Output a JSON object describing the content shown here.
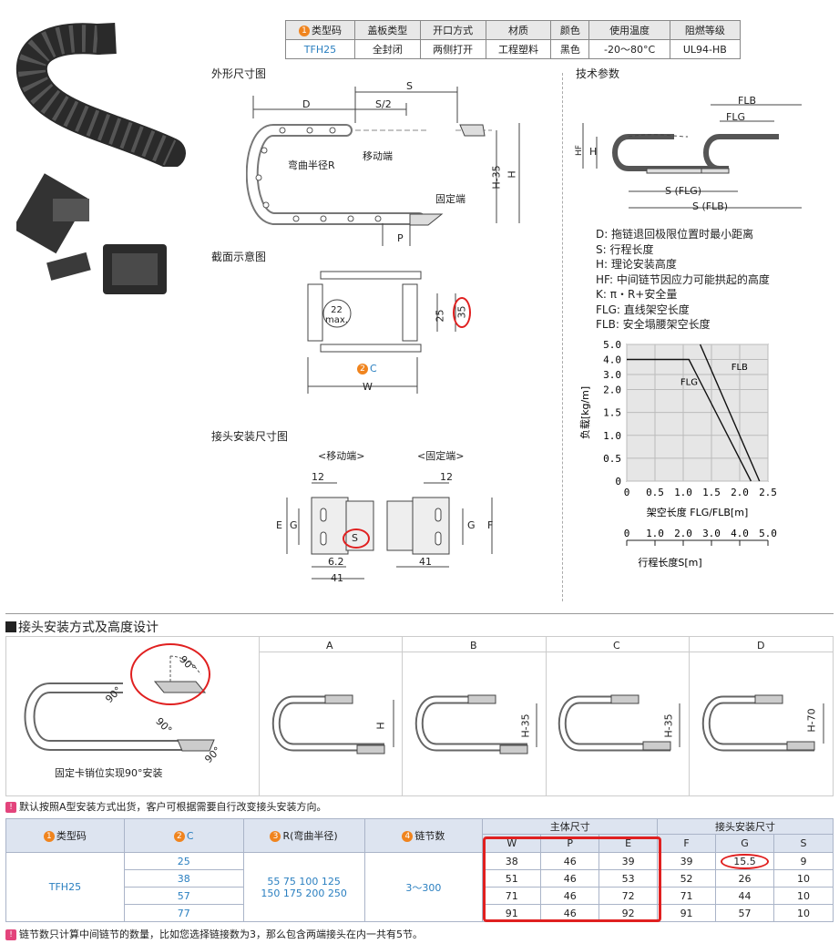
{
  "spec_table": {
    "headers": [
      "类型码",
      "盖板类型",
      "开口方式",
      "材质",
      "颜色",
      "使用温度",
      "阻燃等级"
    ],
    "header_marker": "1",
    "row": [
      "TFH25",
      "全封闭",
      "两侧打开",
      "工程塑料",
      "黑色",
      "-20～80°C",
      "UL94-HB"
    ]
  },
  "outline": {
    "title": "外形尺寸图",
    "labels": {
      "S": "S",
      "D": "D",
      "S2": "S/2",
      "move_end": "移动端",
      "bend_radius": "弯曲半径R",
      "fixed_end": "固定端",
      "H35": "H-35",
      "H": "H",
      "P": "P"
    }
  },
  "section": {
    "title": "截面示意图",
    "labels": {
      "max": "22",
      "max2": "max.",
      "h25": "25",
      "h35": "35",
      "C": "C",
      "C_marker": "2",
      "W": "W"
    }
  },
  "joint": {
    "title": "接头安装尺寸图",
    "move_end": "<移动端>",
    "fixed_end": "<固定端>",
    "labels": {
      "d12a": "12",
      "d12b": "12",
      "E": "E",
      "G": "G",
      "G2": "G",
      "F": "F",
      "S": "S",
      "d62": "6.2",
      "d41a": "41",
      "d41b": "41"
    }
  },
  "tech": {
    "title": "技术参数",
    "labels": {
      "FLB": "FLB",
      "FLG": "FLG",
      "HF": "HF",
      "H": "H",
      "SFLG": "S (FLG)",
      "SFLB": "S (FLB)"
    },
    "legend": [
      "D: 拖链退回极限位置时最小距离",
      "S: 行程长度",
      "H: 理论安装高度",
      "HF: 中间链节因应力可能拱起的高度",
      "K: π・R+安全量",
      "FLG: 直线架空长度",
      "FLB: 安全塌腰架空长度"
    ]
  },
  "chart_data": {
    "type": "line",
    "ylabel": "负载[kg/m]",
    "xlabel": "架空长度 FLG/FLB[m]",
    "x_ticks": [
      "0",
      "0.5",
      "1.0",
      "1.5",
      "2.0",
      "2.5"
    ],
    "y_ticks": [
      "0",
      "0.5",
      "1.0",
      "1.5",
      "2.0",
      "3.0",
      "4.0",
      "5.0"
    ],
    "series": [
      {
        "name": "FLG",
        "points": [
          [
            0,
            4.0
          ],
          [
            1.1,
            4.0
          ],
          [
            2.2,
            0
          ]
        ]
      },
      {
        "name": "FLB",
        "points": [
          [
            1.3,
            5.0
          ],
          [
            2.35,
            0
          ]
        ]
      }
    ],
    "stroke_axis_label": "行程长度S[m]",
    "stroke_ticks": [
      "0",
      "1.0",
      "2.0",
      "3.0",
      "4.0",
      "5.0"
    ]
  },
  "mounting": {
    "section_title": "接头安装方式及高度设计",
    "caption": "固定卡销位实现90°安装",
    "angle": "90°",
    "columns": [
      "A",
      "B",
      "C",
      "D"
    ],
    "heights": [
      "H",
      "H-35",
      "H-35",
      "H-70"
    ]
  },
  "notes": {
    "note1": "默认按照A型安装方式出货，客户可根据需要自行改变接头安装方向。",
    "note2": "链节数只计算中间链节的数量，比如您选择链接数为3，那么包含两端接头在内一共有5节。"
  },
  "order_table": {
    "headers": {
      "type": "类型码",
      "type_no": "1",
      "C": "C",
      "C_no": "2",
      "R": "R(弯曲半径)",
      "R_no": "3",
      "links": "链节数",
      "links_no": "4",
      "body": "主体尺寸",
      "joint": "接头安装尺寸"
    },
    "sub_headers": [
      "W",
      "P",
      "E",
      "F",
      "G",
      "S"
    ],
    "type_value": "TFH25",
    "r_values_1": "55   75   100   125",
    "r_values_2": "150  175  200  250",
    "links_value": "3～300",
    "rows": [
      {
        "C": "25",
        "W": "38",
        "P": "46",
        "E": "39",
        "F": "39",
        "G": "15.5",
        "S": "9"
      },
      {
        "C": "38",
        "W": "51",
        "P": "46",
        "E": "53",
        "F": "52",
        "G": "26",
        "S": "10"
      },
      {
        "C": "57",
        "W": "71",
        "P": "46",
        "E": "72",
        "F": "71",
        "G": "44",
        "S": "10"
      },
      {
        "C": "77",
        "W": "91",
        "P": "46",
        "E": "92",
        "F": "91",
        "G": "57",
        "S": "10"
      }
    ]
  }
}
